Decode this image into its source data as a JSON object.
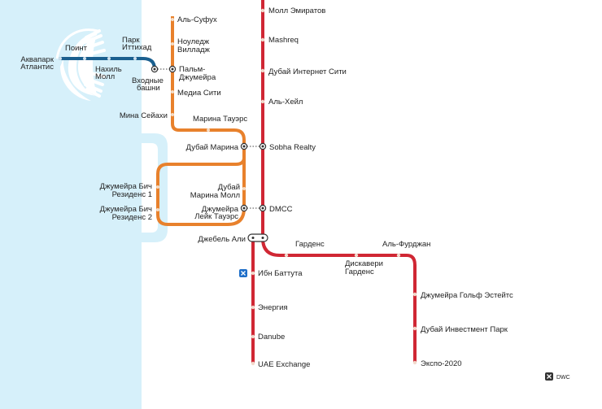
{
  "colors": {
    "water": "#d6f0fa",
    "red_line": "#d02734",
    "orange_line": "#e8812c",
    "blue_line": "#1a5f8f",
    "station_dot": "#f2d9cc",
    "transfer_fill": "#ffffff",
    "tram_loop_light": "#d6f0fa"
  },
  "stations": {
    "red": {
      "mall_of_emirates": "Молл Эмиратов",
      "mashreq": "Mashreq",
      "internet_city": "Дубай Интернет Сити",
      "al_khail": "Аль-Хейл",
      "sobha_realty": "Sobha Realty",
      "dmcc": "DMCC",
      "jebel_ali": "Джебель Али",
      "ibn_battuta": "Ибн Баттута",
      "energy": "Энергия",
      "danube": "Danube",
      "uae_exchange": "UAE Exchange",
      "gardens": "Гарденс",
      "discovery_gardens_1": "Дискавери",
      "discovery_gardens_2": "Гарденс",
      "al_furjan": "Аль-Фурджан",
      "jumeirah_golf_estates": "Джумейра Гольф Эстейтс",
      "dubai_investment_park": "Дубай Инвестмент Парк",
      "expo_2020": "Экспо-2020"
    },
    "orange": {
      "al_sufouh": "Аль-Суфух",
      "knowledge_village_1": "Ноуледж",
      "knowledge_village_2": "Вилладж",
      "palm_jumeirah_1": "Пальм-",
      "palm_jumeirah_2": "Джумейра",
      "media_city": "Медиа Сити",
      "mina_seyahi": "Мина Сейахи",
      "marina_towers": "Марина Тауэрс",
      "dubai_marina": "Дубай Марина",
      "marina_mall_1": "Дубай",
      "marina_mall_2": "Марина Молл",
      "jlt_1": "Джумейра",
      "jlt_2": "Лейк Тауэрс",
      "jbr1_1": "Джумейра Бич",
      "jbr1_2": "Резиденс 1",
      "jbr2_1": "Джумейра Бич",
      "jbr2_2": "Резиденс 2"
    },
    "blue": {
      "aquapark_1": "Аквапарк",
      "aquapark_2": "Атлантис",
      "point": "Поинт",
      "nakheel_mall_1": "Нахиль",
      "nakheel_mall_2": "Молл",
      "ittihad_park_1": "Парк",
      "ittihad_park_2": "Иттихад",
      "gateway_1": "Входные",
      "gateway_2": "башни"
    }
  },
  "airport_label": "DWC",
  "icons": {
    "airport": "airport-x-icon",
    "ibn_battuta_bus": "bus-transfer-icon"
  }
}
